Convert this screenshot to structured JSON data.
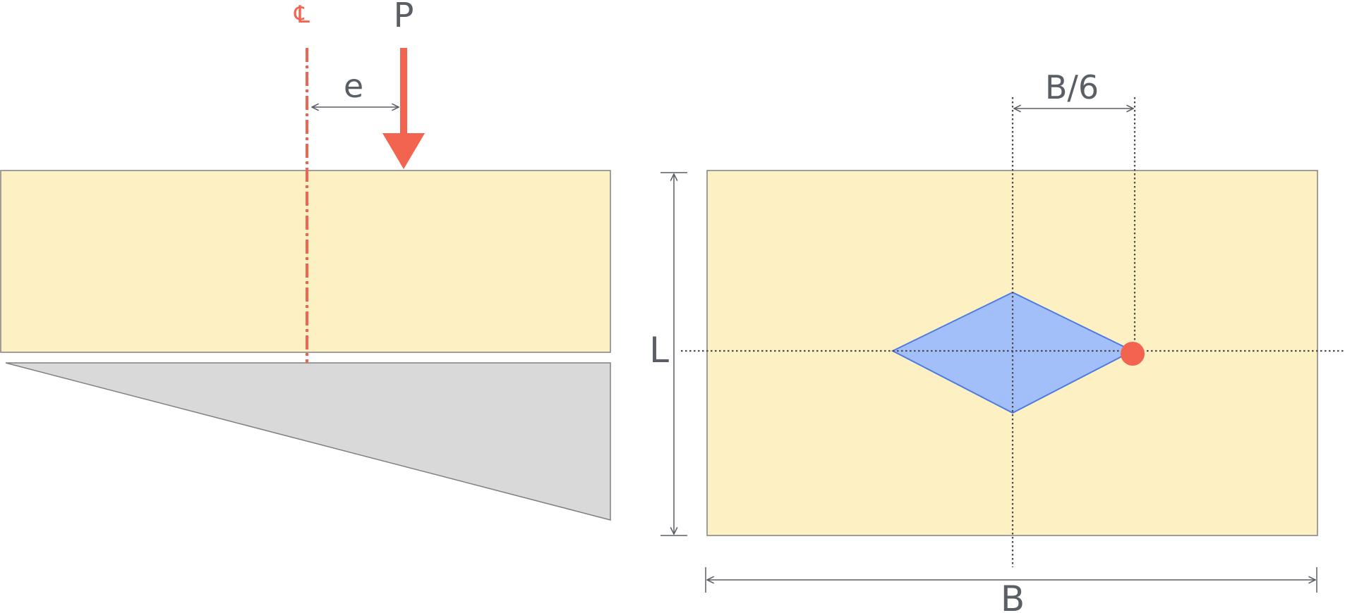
{
  "labels": {
    "centerline": "℄",
    "load": "P",
    "eccentricity": "e",
    "kern_offset": "B/6",
    "length": "L",
    "width": "B"
  },
  "colors": {
    "footing_fill": "#fdf1c4",
    "footing_stroke": "#808080",
    "pressure_fill": "#d9d9d9",
    "kern_fill": "#a3bffa",
    "kern_stroke": "#4b7be5",
    "accent": "#f26450",
    "dim_line": "#5a5f66",
    "guide_line": "#4a4a4a"
  }
}
